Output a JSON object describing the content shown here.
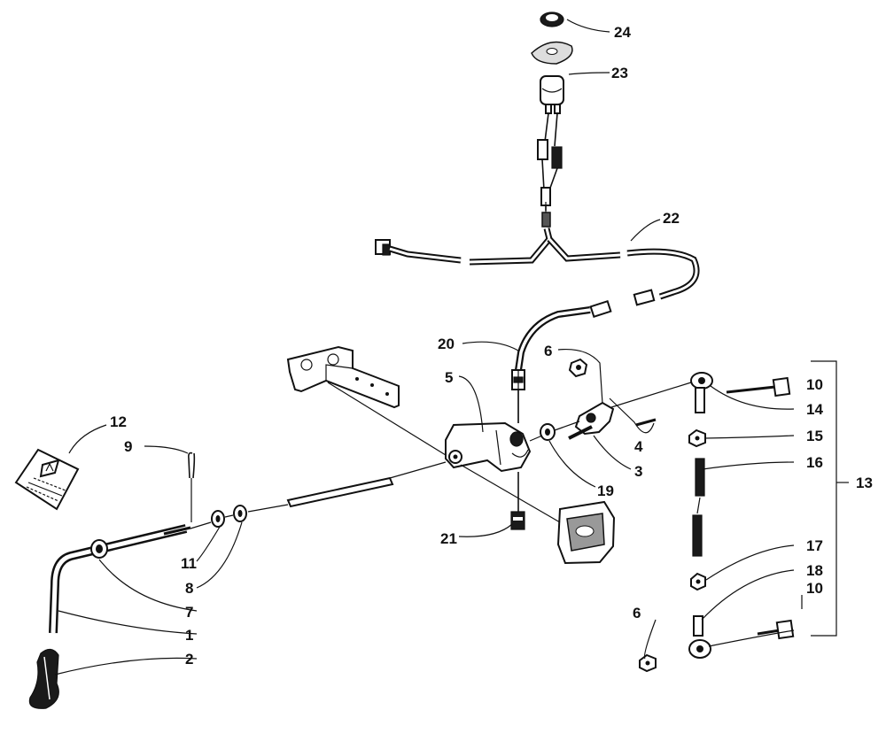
{
  "callouts": {
    "c1": "1",
    "c2": "2",
    "c3": "3",
    "c4": "4",
    "c5": "5",
    "c6a": "6",
    "c6b": "6",
    "c7": "7",
    "c8": "8",
    "c9": "9",
    "c10a": "10",
    "c10b": "10",
    "c11": "11",
    "c12": "12",
    "c13": "13",
    "c14": "14",
    "c15": "15",
    "c16": "16",
    "c17": "17",
    "c18": "18",
    "c19": "19",
    "c20": "20",
    "c21": "21",
    "c22": "22",
    "c23": "23",
    "c24": "24"
  }
}
